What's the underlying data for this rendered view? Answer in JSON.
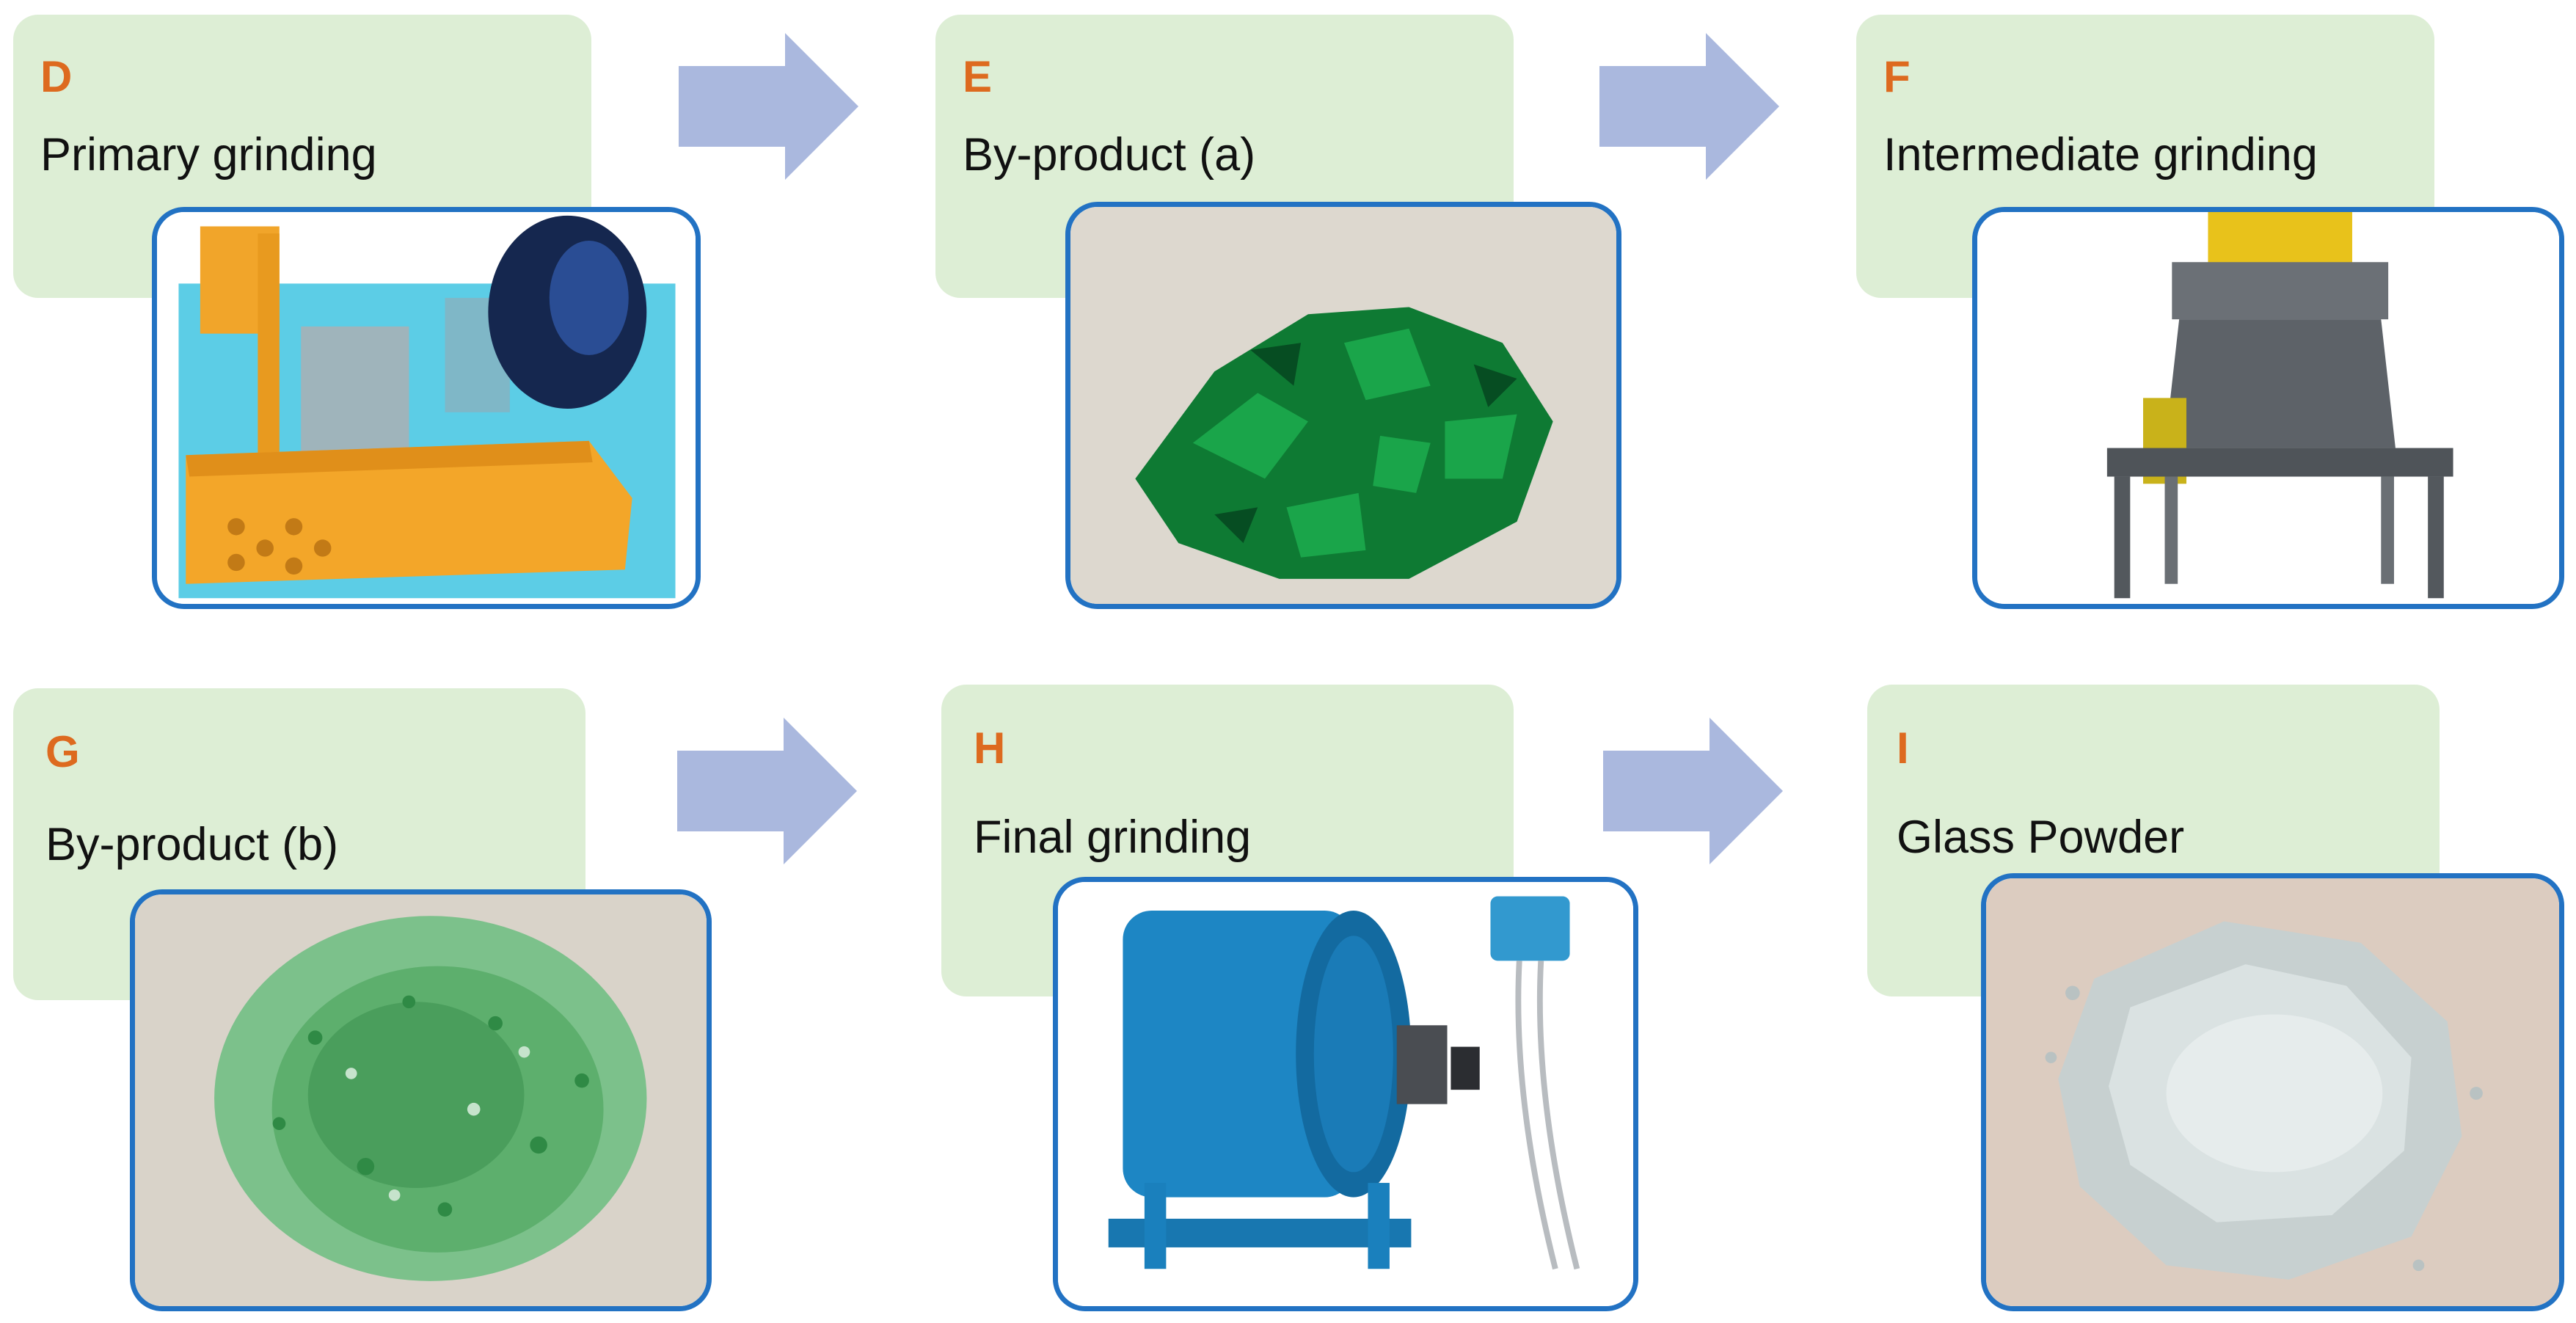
{
  "steps": [
    {
      "letter": "D",
      "label": "Primary grinding",
      "illustration": "jaw-crusher-machine"
    },
    {
      "letter": "E",
      "label": "By-product (a)",
      "illustration": "green-glass-shards"
    },
    {
      "letter": "F",
      "label": "Intermediate grinding",
      "illustration": "hammer-mill-machine"
    },
    {
      "letter": "G",
      "label": "By-product (b)",
      "illustration": "crushed-green-glass"
    },
    {
      "letter": "H",
      "label": "Final grinding",
      "illustration": "ball-mill-machine"
    },
    {
      "letter": "I",
      "label": "Glass Powder",
      "illustration": "glass-powder-pile"
    }
  ],
  "colors": {
    "card_fill": "#ddeed5",
    "letter": "#dd6a1f",
    "photo_border": "#2272c3",
    "arrow": "#aab8de"
  }
}
